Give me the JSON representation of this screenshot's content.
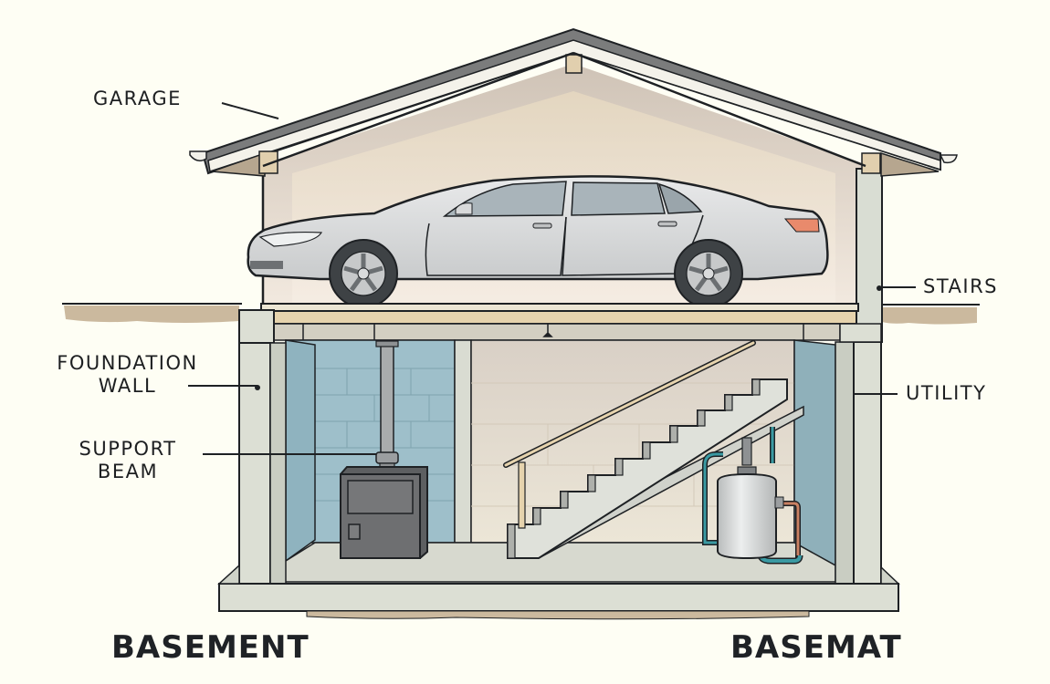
{
  "diagram": {
    "subject": "House cross-section: garage over basement",
    "colors": {
      "background": "#fefef4",
      "outline": "#1e2124",
      "concrete": "#dcdfd4",
      "garage_wall": "#efe6dc",
      "gable": "#d9cec2",
      "wood": "#e6d3ad",
      "blue_wall": "#9ebfca",
      "soil": "#cbb99e",
      "car_body": "#d8d9da",
      "car_window": "#aab5bb",
      "furnace": "#6e6f71",
      "water_heater": "#d4d6d6",
      "pipe_blue": "#3a9aa3",
      "pipe_copper": "#c98062",
      "tail_light": "#e98a6c"
    },
    "labels": {
      "garage": "GARAGE",
      "stairs": "STAIRS",
      "foundation_wall_line1": "FOUNDATION",
      "foundation_wall_line2": "WALL",
      "utility": "UTILITY",
      "support_beam_line1": "SUPPORT",
      "support_beam_line2": "BEAM"
    },
    "titles": {
      "left": "BASEMENT",
      "right": "BASEMAT"
    },
    "components": [
      "roof",
      "gable-vents",
      "garage-wall",
      "car",
      "garage-floor-slab",
      "ground-line",
      "foundation-wall-left",
      "foundation-wall-right",
      "support-beam-column",
      "furnace",
      "flue-pipe",
      "stairs",
      "handrail",
      "water-heater",
      "pipes",
      "basement-floor",
      "footing"
    ]
  }
}
